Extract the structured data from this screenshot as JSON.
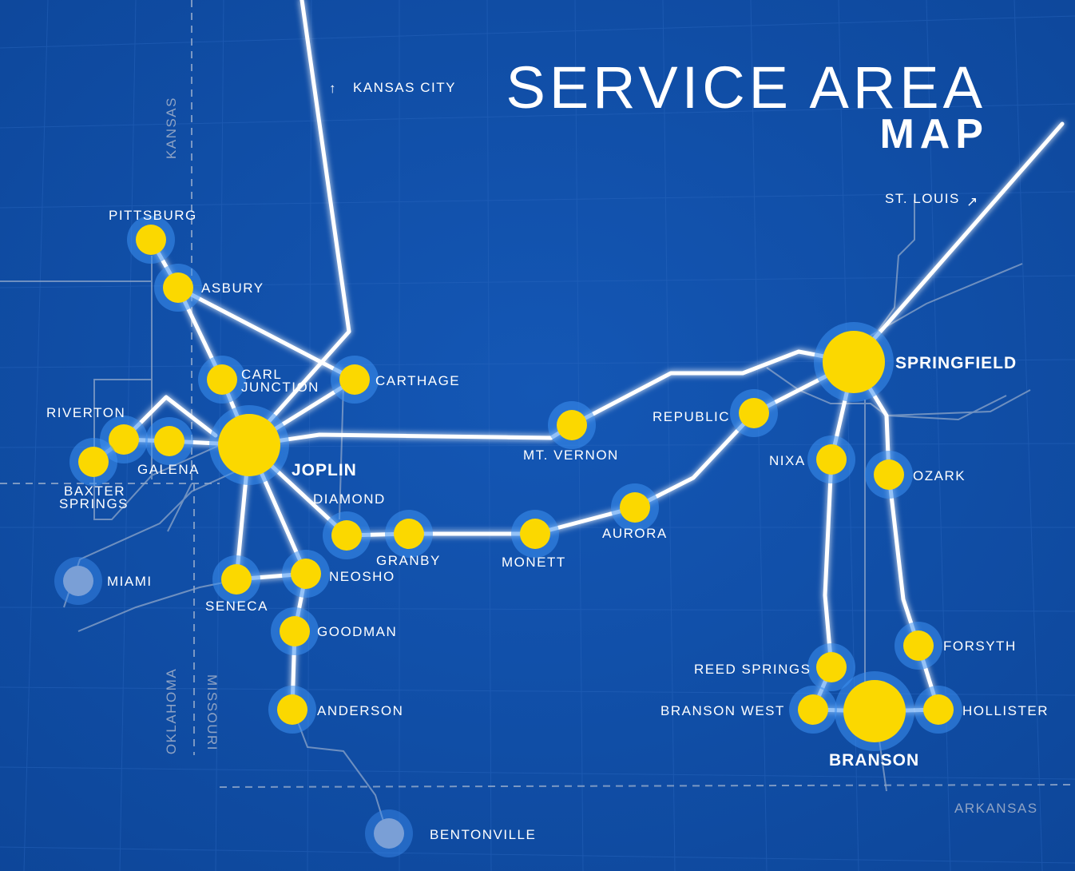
{
  "title": {
    "line1": "SERVICE AREA",
    "line2": "MAP"
  },
  "directions": [
    {
      "id": "kansas-city",
      "label": "KANSAS CITY",
      "arrow": "↑"
    },
    {
      "id": "st-louis",
      "label": "ST. LOUIS",
      "arrow": "↗"
    }
  ],
  "states": [
    {
      "id": "kansas",
      "label": "KANSAS"
    },
    {
      "id": "oklahoma",
      "label": "OKLAHOMA"
    },
    {
      "id": "missouri",
      "label": "MISSOURI"
    },
    {
      "id": "arkansas",
      "label": "ARKANSAS"
    }
  ],
  "cities": [
    {
      "id": "pittsburg",
      "label": "PITTSBURG",
      "size": "small",
      "served": true
    },
    {
      "id": "asbury",
      "label": "ASBURY",
      "size": "small",
      "served": true
    },
    {
      "id": "carl-junction",
      "label_line1": "CARL",
      "label_line2": "JUNCTION",
      "size": "small",
      "served": true
    },
    {
      "id": "carthage",
      "label": "CARTHAGE",
      "size": "small",
      "served": true
    },
    {
      "id": "riverton",
      "label": "RIVERTON",
      "size": "small",
      "served": true
    },
    {
      "id": "galena",
      "label": "GALENA",
      "size": "small",
      "served": true
    },
    {
      "id": "baxter-springs",
      "label_line1": "BAXTER",
      "label_line2": "SPRINGS",
      "size": "small",
      "served": true
    },
    {
      "id": "joplin",
      "label": "JOPLIN",
      "size": "large",
      "served": true
    },
    {
      "id": "diamond",
      "label": "DIAMOND",
      "size": "small",
      "served": true
    },
    {
      "id": "granby",
      "label": "GRANBY",
      "size": "small",
      "served": true
    },
    {
      "id": "monett",
      "label": "MONETT",
      "size": "small",
      "served": true
    },
    {
      "id": "aurora",
      "label": "AURORA",
      "size": "small",
      "served": true
    },
    {
      "id": "mt-vernon",
      "label": "MT. VERNON",
      "size": "small",
      "served": true
    },
    {
      "id": "republic",
      "label": "REPUBLIC",
      "size": "small",
      "served": true
    },
    {
      "id": "springfield",
      "label": "SPRINGFIELD",
      "size": "large",
      "served": true
    },
    {
      "id": "nixa",
      "label": "NIXA",
      "size": "small",
      "served": true
    },
    {
      "id": "ozark",
      "label": "OZARK",
      "size": "small",
      "served": true
    },
    {
      "id": "miami",
      "label": "MIAMI",
      "size": "small",
      "served": false
    },
    {
      "id": "seneca",
      "label": "SENECA",
      "size": "small",
      "served": true
    },
    {
      "id": "neosho",
      "label": "NEOSHO",
      "size": "small",
      "served": true
    },
    {
      "id": "goodman",
      "label": "GOODMAN",
      "size": "small",
      "served": true
    },
    {
      "id": "anderson",
      "label": "ANDERSON",
      "size": "small",
      "served": true
    },
    {
      "id": "bentonville",
      "label": "BENTONVILLE",
      "size": "small",
      "served": false
    },
    {
      "id": "reed-springs",
      "label": "REED SPRINGS",
      "size": "small",
      "served": true
    },
    {
      "id": "branson-west",
      "label": "BRANSON WEST",
      "size": "small",
      "served": true
    },
    {
      "id": "branson",
      "label": "BRANSON",
      "size": "large",
      "served": true
    },
    {
      "id": "forsyth",
      "label": "FORSYTH",
      "size": "small",
      "served": true
    },
    {
      "id": "hollister",
      "label": "HOLLISTER",
      "size": "small",
      "served": true
    }
  ],
  "colors": {
    "background": "#1150a8",
    "node": "#fbd800",
    "node_halo": "#3d8ff0",
    "inactive_node": "#7a9fd6",
    "route": "#ffffff",
    "road": "#8ea6c9",
    "state_line": "#8ea6c9"
  }
}
